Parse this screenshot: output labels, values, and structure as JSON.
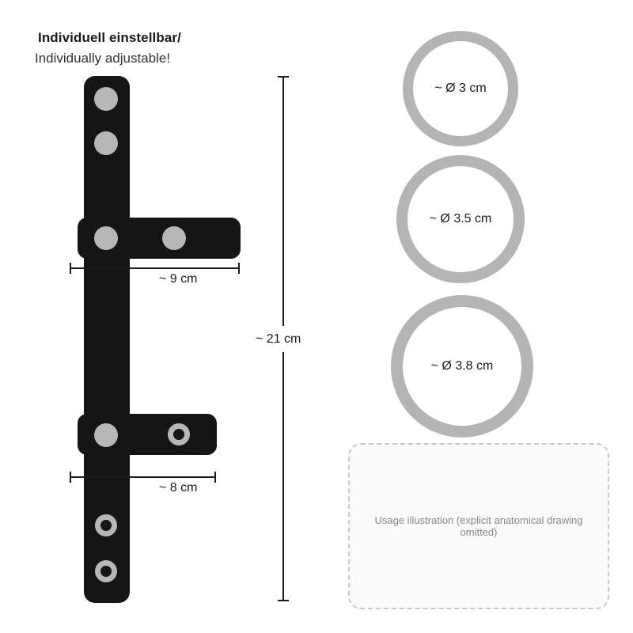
{
  "header": {
    "title_de": "Individuell einstellbar/",
    "title_en": "Individually adjustable!"
  },
  "strap_diagram": {
    "colors": {
      "strap": "#151515",
      "rivet": "#b7b7b7",
      "dimension_line": "#1a1a1a"
    },
    "dimensions": {
      "total_length": "~ 21 cm",
      "upper_tab_width": "~ 9 cm",
      "lower_tab_width": "~ 8 cm"
    },
    "rivets_main_strap": [
      "solid",
      "solid",
      "solid",
      "solid",
      "grommet",
      "grommet"
    ],
    "rivets_upper_tab": [
      "solid"
    ],
    "rivets_lower_tab": [
      "grommet"
    ]
  },
  "rings": {
    "color": "#b4b4b4",
    "items": [
      {
        "label": "~ Ø 3 cm"
      },
      {
        "label": "~ Ø 3.5 cm"
      },
      {
        "label": "~ Ø 3.8 cm"
      }
    ]
  },
  "usage_illustration": {
    "placeholder_text": "Usage illustration (explicit anatomical drawing omitted)"
  }
}
